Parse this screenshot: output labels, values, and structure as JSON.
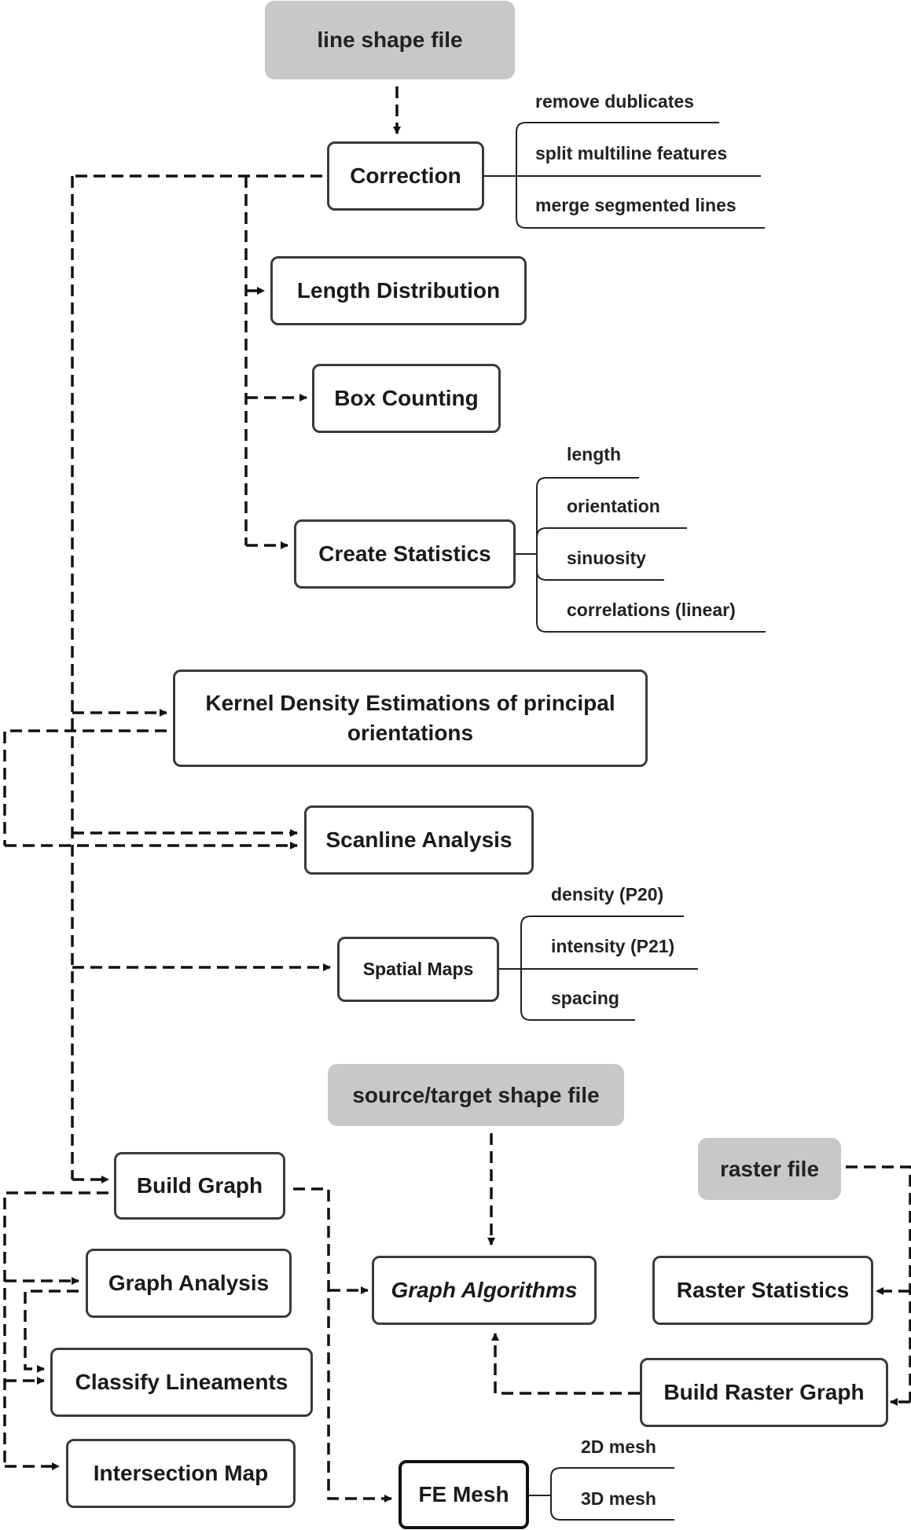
{
  "input_files": {
    "line_shape": "line shape file",
    "source_target_shape": "source/target shape file",
    "raster": "raster file"
  },
  "tools": {
    "correction": "Correction",
    "length_distribution": "Length Distribution",
    "box_counting": "Box Counting",
    "create_statistics": "Create Statistics",
    "kde": "Kernel Density Estimations of principal orientations",
    "scanline": "Scanline Analysis",
    "spatial_maps": "Spatial Maps",
    "build_graph": "Build Graph",
    "graph_analysis": "Graph Analysis",
    "classify_lineaments": "Classify Lineaments",
    "intersection_map": "Intersection Map",
    "graph_algorithms": "Graph Algorithms",
    "raster_statistics": "Raster Statistics",
    "build_raster_graph": "Build Raster Graph",
    "fe_mesh": "FE Mesh"
  },
  "sub_options": {
    "correction": [
      "remove dublicates",
      "split multiline features",
      "merge segmented lines"
    ],
    "create_statistics": [
      "length",
      "orientation",
      "sinuosity",
      "correlations (linear)"
    ],
    "spatial_maps": [
      "density (P20)",
      "intensity (P21)",
      "spacing"
    ],
    "fe_mesh": [
      "2D mesh",
      "3D mesh"
    ]
  },
  "colors": {
    "file_fill": "#c8c8c8",
    "box_border": "#3a3a3a",
    "connector": "#111111"
  }
}
